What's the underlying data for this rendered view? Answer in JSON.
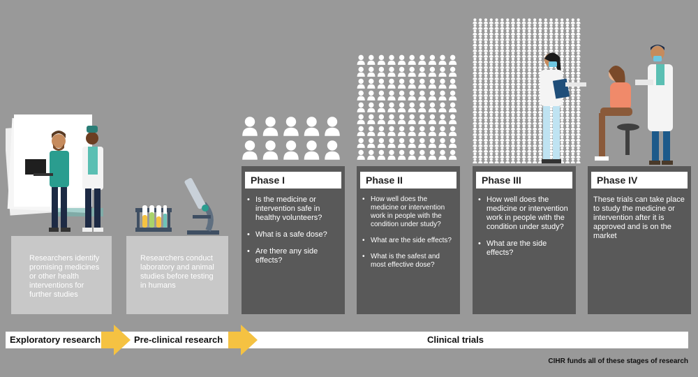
{
  "stages": {
    "exploratory": {
      "text": "Researchers identify promising medicines or other health interventions for further studies"
    },
    "preclinical": {
      "text": "Researchers conduct laboratory and animal studies before testing in humans"
    },
    "phase1": {
      "title": "Phase I",
      "items": [
        "Is the medicine or intervention safe in healthy volunteers?",
        "What is a safe dose?",
        "Are there any side effects?"
      ]
    },
    "phase2": {
      "title": "Phase II",
      "items": [
        "How well does the medicine or intervention work in people with the condition under study?",
        "What are the side effects?",
        "What is the safest and most effective dose?"
      ]
    },
    "phase3": {
      "title": "Phase III",
      "items": [
        "How well does the medicine or intervention work in people with the condition under study?",
        "What are the side effects?"
      ]
    },
    "phase4": {
      "title": "Phase IV",
      "text": "These trials can take place to study the medicine or intervention after it is approved and is on the market"
    }
  },
  "timeline": {
    "exploratory_label": "Exploratory research",
    "preclinical_label": "Pre-clinical research",
    "clinical_label": "Clinical trials"
  },
  "footer": "CIHR funds all of these stages of research",
  "colors": {
    "background": "#999999",
    "box_dark": "#595959",
    "box_light": "#c8c8c8",
    "arrow": "#f5c242",
    "teal": "#2a9d8f"
  }
}
